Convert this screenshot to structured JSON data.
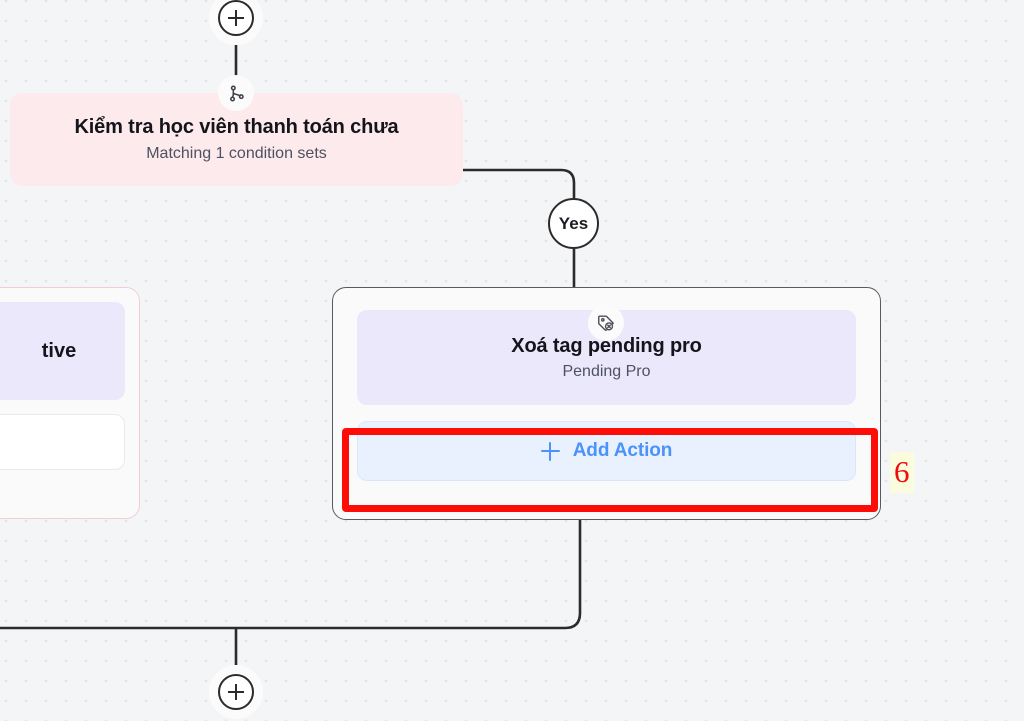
{
  "canvas": {
    "background_color": "#f4f5f7",
    "dot_color": "#e3e4e8"
  },
  "nodes": {
    "plus_top": {
      "icon": "plus-icon",
      "label": "+"
    },
    "plus_bottom": {
      "icon": "plus-icon",
      "label": "+"
    },
    "condition": {
      "icon": "branch-icon",
      "title": "Kiểm tra học viên thanh toán chưa",
      "subtitle": "Matching 1 condition sets",
      "background_color": "#fdeaec"
    },
    "branch_label": {
      "text": "Yes"
    },
    "left_card": {
      "block_label": "tive",
      "block_color": "#ece8fb",
      "border_color": "#f4cdd2"
    },
    "action_card": {
      "icon": "tag-remove-icon",
      "block_title": "Xoá tag pending pro",
      "block_subtitle": "Pending Pro",
      "block_color": "#ece8fb",
      "add_action": {
        "icon": "plus-icon",
        "label": "Add Action",
        "text_color": "#4a92fc",
        "background_color": "#eaf1fe"
      }
    }
  },
  "annotation": {
    "number": "6",
    "highlight_color": "#fc0d08",
    "number_background": "#fbfbde"
  }
}
